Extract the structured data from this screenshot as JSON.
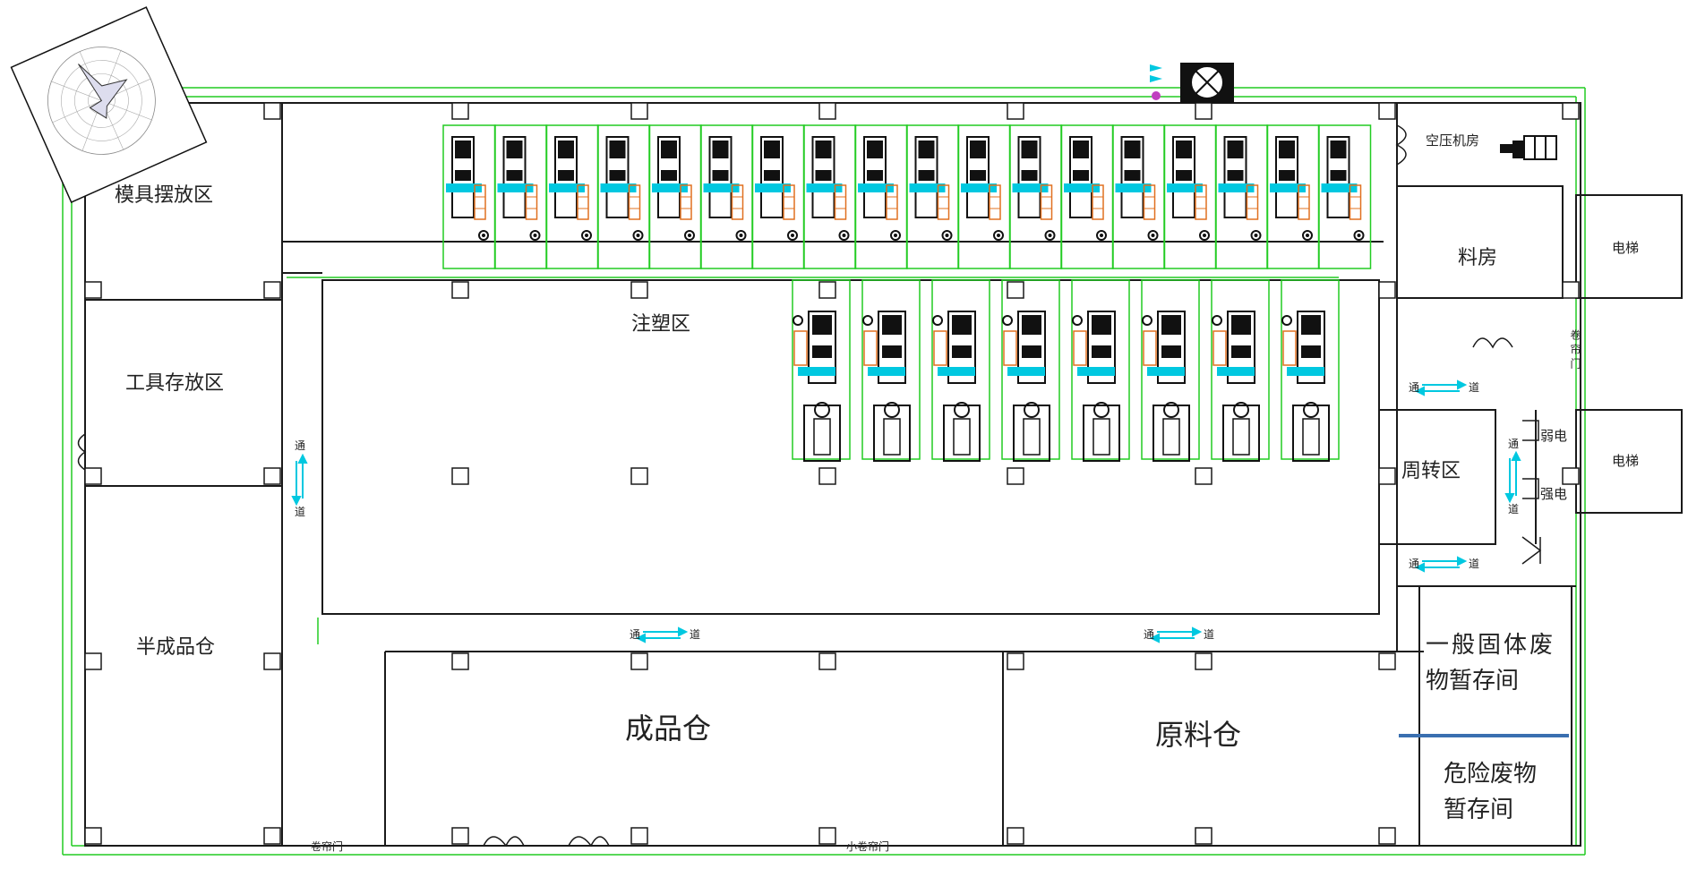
{
  "plan": {
    "rooms": {
      "mold_area": "模具摆放区",
      "tool_area": "工具存放区",
      "semi_finished": "半成品仓",
      "injection_area": "注塑区",
      "finished_goods": "成品仓",
      "raw_material": "原料仓",
      "air_compressor": "空压机房",
      "material_room": "料房",
      "elevator_top": "电梯",
      "elevator_mid": "电梯",
      "turnover_area": "周转区",
      "weak_current": "弱电",
      "strong_current": "强电",
      "general_waste_line1": "一般固体废",
      "general_waste_line2": "物暂存间",
      "hazardous_waste_line1": "危险废物",
      "hazardous_waste_line2": "暂存间"
    },
    "passage_chars": {
      "a": "通",
      "b": "道"
    },
    "doors": {
      "rolling_door_left": "卷帘门",
      "small_rolling_door": "小卷帘门",
      "rolling_door_vertical": "卷帘门"
    },
    "colors": {
      "wall": "#1a1a1a",
      "dimension": "#22cc22",
      "machine_accent": "#00c8e0",
      "machine_body": "#111111",
      "rack": "#e07020",
      "waste_divider": "#3a6fb0"
    },
    "icons": {
      "compass": "wind-rose-icon",
      "fan": "fan-icon",
      "compressor": "compressor-icon"
    }
  }
}
